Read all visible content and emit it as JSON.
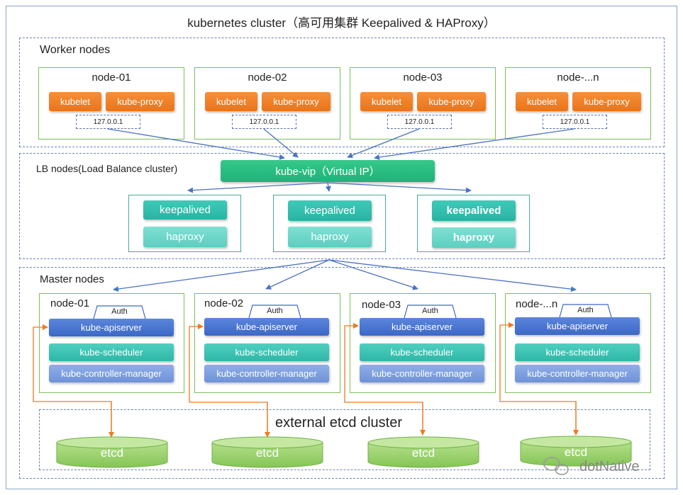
{
  "title": "kubernetes cluster（高可用集群 Keepalived & HAProxy）",
  "worker": {
    "label": "Worker nodes",
    "nodes": [
      {
        "name": "node-01",
        "kubelet": "kubelet",
        "proxy": "kube-proxy",
        "ip": "127.0.0.1"
      },
      {
        "name": "node-02",
        "kubelet": "kubelet",
        "proxy": "kube-proxy",
        "ip": "127.0.0.1"
      },
      {
        "name": "node-03",
        "kubelet": "kubelet",
        "proxy": "kube-proxy",
        "ip": "127.0.0.1"
      },
      {
        "name": "node-...n",
        "kubelet": "kubelet",
        "proxy": "kube-proxy",
        "ip": "127.0.0.1"
      }
    ]
  },
  "lb": {
    "label": "LB nodes(Load Balance cluster)",
    "vip": "kube-vip（Virtual IP）",
    "nodes": [
      {
        "keepalived": "keepalived",
        "haproxy": "haproxy"
      },
      {
        "keepalived": "keepalived",
        "haproxy": "haproxy"
      },
      {
        "keepalived": "keepalived",
        "haproxy": "haproxy"
      }
    ]
  },
  "master": {
    "label": "Master nodes",
    "nodes": [
      {
        "name": "node-01",
        "auth": "Auth",
        "apiserver": "kube-apiserver",
        "scheduler": "kube-scheduler",
        "controller": "kube-controller-manager"
      },
      {
        "name": "node-02",
        "auth": "Auth",
        "apiserver": "kube-apiserver",
        "scheduler": "kube-scheduler",
        "controller": "kube-controller-manager"
      },
      {
        "name": "node-03",
        "auth": "Auth",
        "apiserver": "kube-apiserver",
        "scheduler": "kube-scheduler",
        "controller": "kube-controller-manager"
      },
      {
        "name": "node-...n",
        "auth": "Auth",
        "apiserver": "kube-apiserver",
        "scheduler": "kube-scheduler",
        "controller": "kube-controller-manager"
      }
    ]
  },
  "etcd": {
    "label": "external etcd cluster",
    "nodes": [
      "etcd",
      "etcd",
      "etcd",
      "etcd"
    ]
  },
  "watermark": "dotNative",
  "colors": {
    "orange": "#ec7418",
    "blue": "#3c68c6",
    "teal": "#2fb7a7",
    "green": "#1fb27a",
    "etcd": "#9ed46a"
  }
}
